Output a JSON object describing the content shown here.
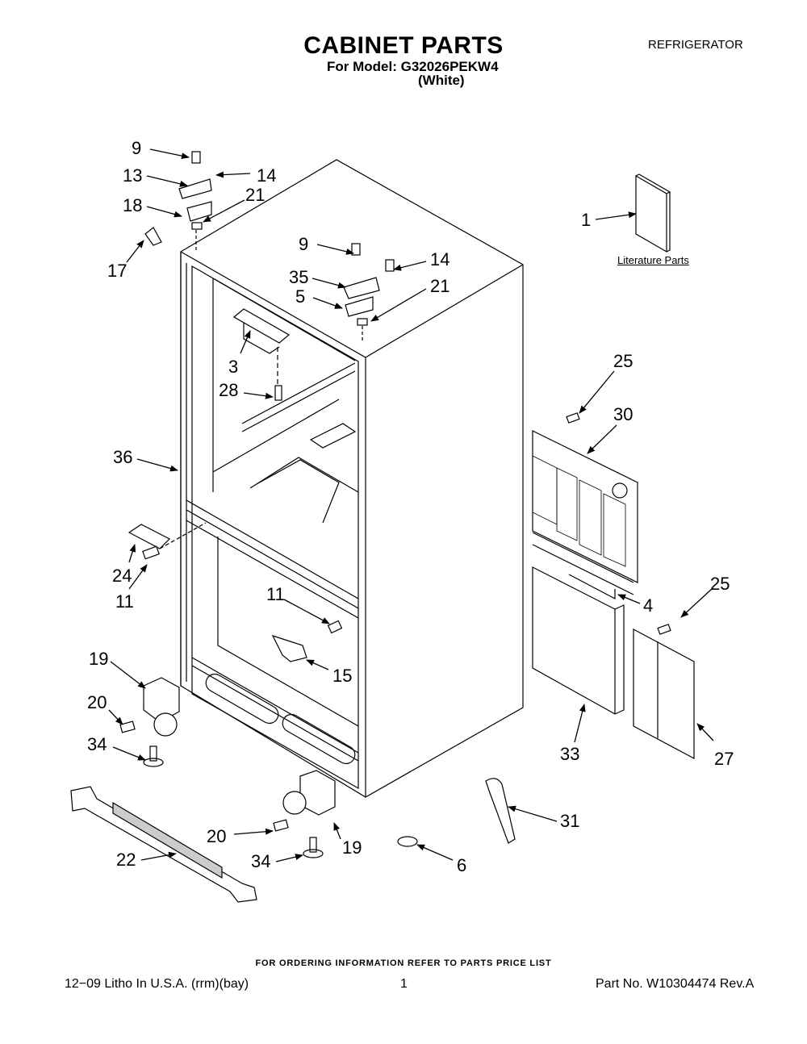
{
  "header": {
    "title": "CABINET PARTS",
    "model_line": "For Model: G32026PEKW4",
    "variant": "(White)",
    "product_type": "REFRIGERATOR"
  },
  "section_labels": {
    "literature": "Literature Parts"
  },
  "callouts": [
    {
      "id": "c9a",
      "text": "9"
    },
    {
      "id": "c13",
      "text": "13"
    },
    {
      "id": "c14a",
      "text": "14"
    },
    {
      "id": "c18",
      "text": "18"
    },
    {
      "id": "c21a",
      "text": "21"
    },
    {
      "id": "c17",
      "text": "17"
    },
    {
      "id": "c1",
      "text": "1"
    },
    {
      "id": "c9b",
      "text": "9"
    },
    {
      "id": "c14b",
      "text": "14"
    },
    {
      "id": "c35",
      "text": "35"
    },
    {
      "id": "c5",
      "text": "5"
    },
    {
      "id": "c21b",
      "text": "21"
    },
    {
      "id": "c3",
      "text": "3"
    },
    {
      "id": "c28",
      "text": "28"
    },
    {
      "id": "c25a",
      "text": "25"
    },
    {
      "id": "c30",
      "text": "30"
    },
    {
      "id": "c36",
      "text": "36"
    },
    {
      "id": "c24",
      "text": "24"
    },
    {
      "id": "c11a",
      "text": "11"
    },
    {
      "id": "c11b",
      "text": "11"
    },
    {
      "id": "c4",
      "text": "4"
    },
    {
      "id": "c25b",
      "text": "25"
    },
    {
      "id": "c15",
      "text": "15"
    },
    {
      "id": "c19a",
      "text": "19"
    },
    {
      "id": "c20a",
      "text": "20"
    },
    {
      "id": "c34a",
      "text": "34"
    },
    {
      "id": "c33",
      "text": "33"
    },
    {
      "id": "c27",
      "text": "27"
    },
    {
      "id": "c31",
      "text": "31"
    },
    {
      "id": "c20b",
      "text": "20"
    },
    {
      "id": "c19b",
      "text": "19"
    },
    {
      "id": "c22",
      "text": "22"
    },
    {
      "id": "c34b",
      "text": "34"
    },
    {
      "id": "c6",
      "text": "6"
    }
  ],
  "footer": {
    "ordering_note": "FOR ORDERING INFORMATION REFER TO PARTS PRICE LIST",
    "litho": "12−09 Litho In U.S.A. (rrm)(bay)",
    "page_number": "1",
    "part_number": "Part No. W10304474 Rev.A"
  }
}
